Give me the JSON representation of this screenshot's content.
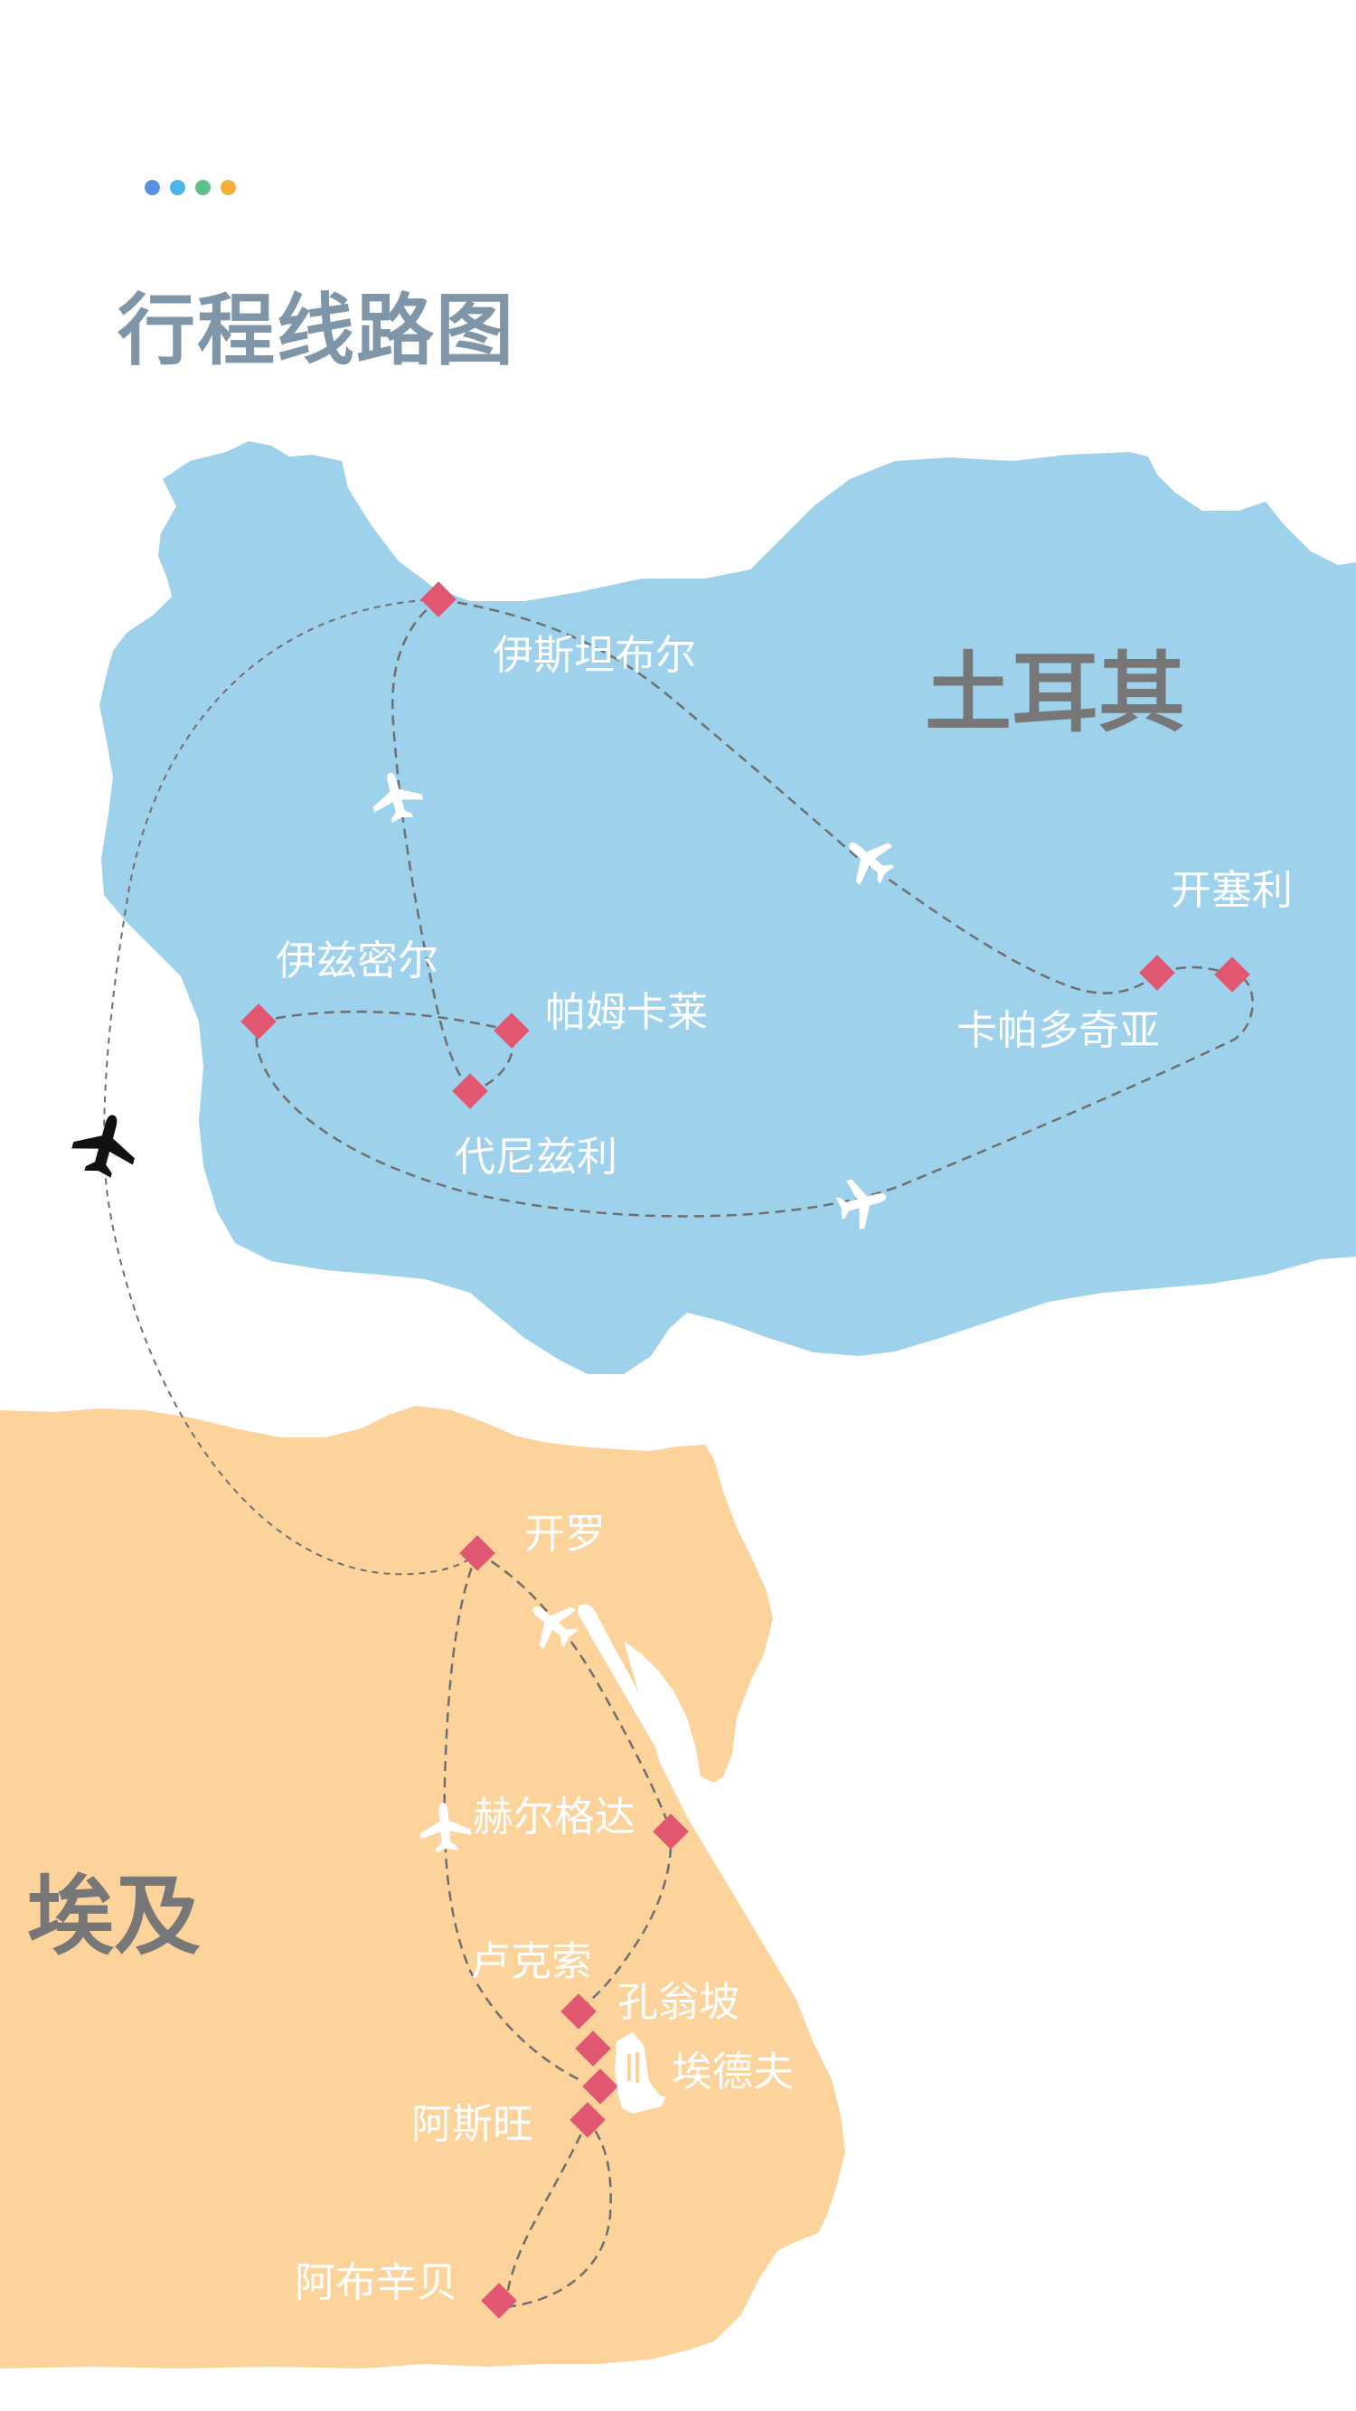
{
  "header": {
    "dot_colors": [
      "#5b8fe0",
      "#4fb3e3",
      "#5cc08a",
      "#f2b13a"
    ],
    "title": "行程线路图"
  },
  "map": {
    "colors": {
      "turkey": "#9dd1ec",
      "egypt": "#fbd39b",
      "marker": "#e15670",
      "route": "#6f6f6f",
      "country_label": "#777777",
      "city_label": "#ffffff",
      "plane_on_map": "#ffffff",
      "plane_international": "#111111"
    },
    "countries": {
      "turkey": "土耳其",
      "egypt": "埃及"
    },
    "cities": {
      "istanbul": "伊斯坦布尔",
      "izmir": "伊兹密尔",
      "pamukkale": "帕姆卡莱",
      "denizli": "代尼兹利",
      "kayseri": "开塞利",
      "cappadocia": "卡帕多奇亚",
      "cairo": "开罗",
      "hurghada": "赫尔格达",
      "luxor": "卢克索",
      "kom_ombo": "孔翁坡",
      "edfu": "埃德夫",
      "aswan": "阿斯旺",
      "abu_simbel": "阿布辛贝"
    },
    "icons": [
      "plane-icon",
      "cruise-ship-icon",
      "location-marker-icon"
    ]
  }
}
